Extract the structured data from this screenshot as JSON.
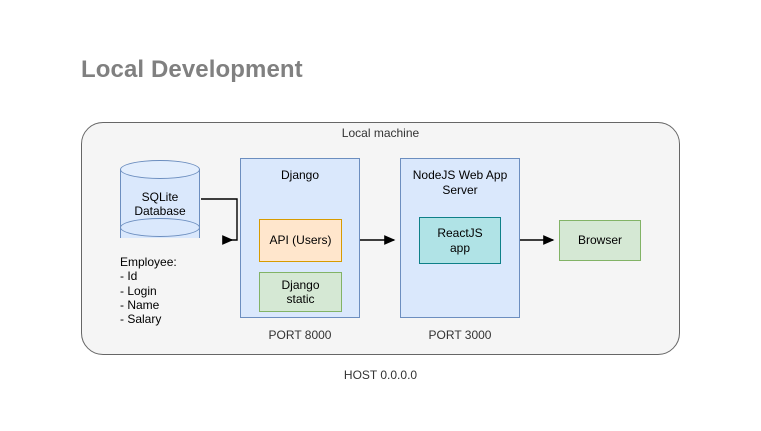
{
  "title": "Local Development",
  "container": {
    "label": "Local machine",
    "host_label": "HOST 0.0.0.0",
    "fill": "#f5f5f5",
    "stroke": "#666666"
  },
  "database": {
    "name": "SQLite\nDatabase",
    "line1": "SQLite",
    "line2": "Database",
    "fill": "#dae8fc",
    "stroke": "#6c8ebf",
    "schema_title": "Employee:",
    "schema_fields": [
      "- Id",
      "- Login",
      "- Name",
      "- Salary"
    ],
    "schema_text": "Employee:\n- Id\n- Login\n- Name\n- Salary"
  },
  "services": [
    {
      "id": "django",
      "title": "Django",
      "port_label": "PORT 8000",
      "fill": "#dae8fc",
      "stroke": "#6c8ebf",
      "components": [
        {
          "id": "api",
          "label": "API (Users)",
          "fill": "#ffe6cc",
          "stroke": "#d79b00"
        },
        {
          "id": "static",
          "label": "Django\nstatic",
          "line1": "Django",
          "line2": "static",
          "fill": "#d5e8d4",
          "stroke": "#82b366"
        }
      ]
    },
    {
      "id": "nodejs",
      "title": "NodeJS Web App Server",
      "port_label": "PORT 3000",
      "fill": "#dae8fc",
      "stroke": "#6c8ebf",
      "components": [
        {
          "id": "react",
          "label": "ReactJS\napp",
          "line1": "ReactJS",
          "line2": "app",
          "fill": "#b0e3e6",
          "stroke": "#0e8088"
        }
      ]
    }
  ],
  "client": {
    "id": "browser",
    "label": "Browser",
    "fill": "#d5e8d4",
    "stroke": "#82b366"
  },
  "connections": [
    {
      "from": "database",
      "to": "django",
      "style": "elbow-arrow"
    },
    {
      "from": "django",
      "to": "nodejs",
      "style": "straight-arrow"
    },
    {
      "from": "nodejs",
      "to": "browser",
      "style": "straight-arrow"
    }
  ],
  "colors": {
    "title": "#808080",
    "text": "#000000",
    "muted": "#333333",
    "background": "#ffffff"
  }
}
